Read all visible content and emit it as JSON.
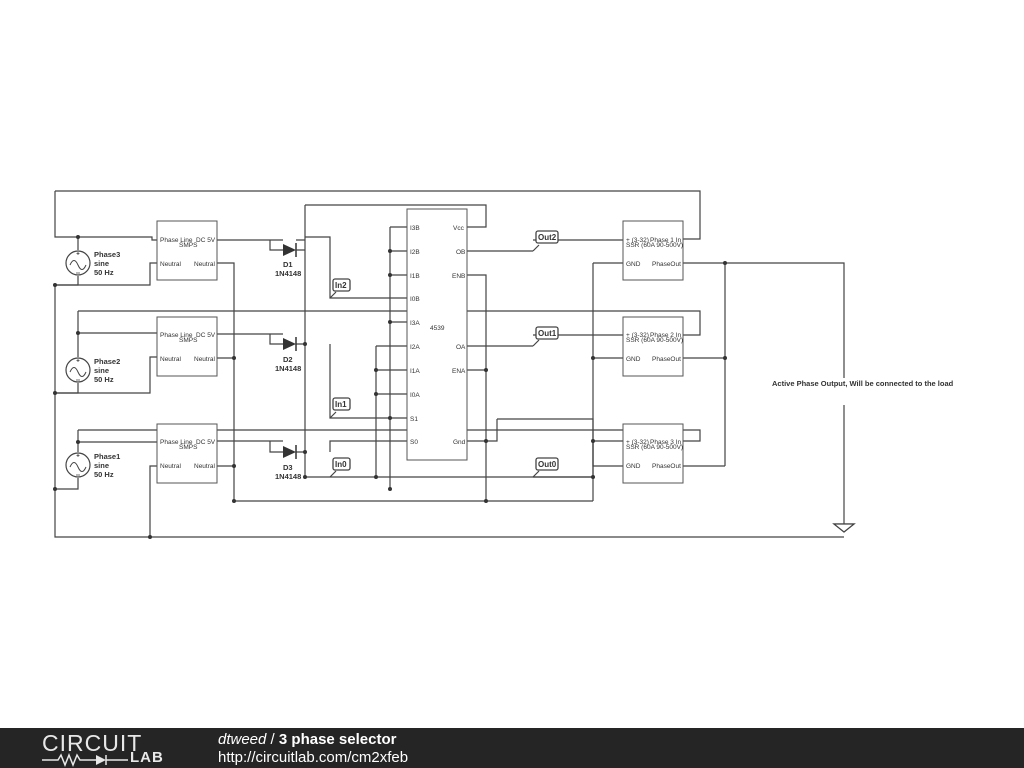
{
  "footer": {
    "logo_top": "CIRCUIT",
    "logo_bottom": "LAB",
    "author": "dtweed",
    "separator": "/",
    "title": "3 phase selector",
    "url": "http://circuitlab.com/cm2xfeb"
  },
  "schematic": {
    "sources": [
      {
        "name": "Phase3",
        "wave": "sine",
        "freq": "50 Hz"
      },
      {
        "name": "Phase2",
        "wave": "sine",
        "freq": "50 Hz"
      },
      {
        "name": "Phase1",
        "wave": "sine",
        "freq": "50 Hz"
      }
    ],
    "smps": {
      "line": "Phase Line",
      "out": "DC 5V",
      "type": "SMPS",
      "neutral_in": "Neutral",
      "neutral_out": "Neutral"
    },
    "diodes": [
      {
        "ref": "D1",
        "part": "1N4148"
      },
      {
        "ref": "D2",
        "part": "1N4148"
      },
      {
        "ref": "D3",
        "part": "1N4148"
      }
    ],
    "ic": {
      "part": "4539",
      "left_pins": [
        "I3B",
        "I2B",
        "I1B",
        "I0B",
        "I3A",
        "I2A",
        "I1A",
        "I0A",
        "S1",
        "S0"
      ],
      "right_pins": [
        "Vcc",
        "OB",
        "ENB",
        "OA",
        "ENA",
        "Gnd"
      ]
    },
    "inputs": [
      "In2",
      "In1",
      "In0"
    ],
    "outputs": [
      "Out2",
      "Out1",
      "Out0"
    ],
    "ssrs": [
      {
        "in_label": "+ (3-32)",
        "phase_label": "Phase 1 In",
        "type": "SSR (60A 90-500V)",
        "gnd": "GND",
        "out": "PhaseOut"
      },
      {
        "in_label": "+ (3-32)",
        "phase_label": "Phase 2 In",
        "type": "SSR (60A 90-500V)",
        "gnd": "GND",
        "out": "PhaseOut"
      },
      {
        "in_label": "+ (3-32)",
        "phase_label": "Phase 3 In",
        "type": "SSR (60A 90-500V)",
        "gnd": "GND",
        "out": "PhaseOut"
      }
    ],
    "note": "Active Phase Output, Will be connected to the load"
  }
}
